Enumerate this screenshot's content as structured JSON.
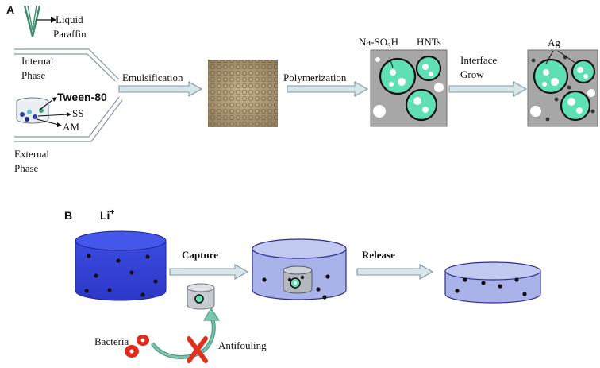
{
  "panel_a": {
    "label": "A",
    "liquid": "Liquid",
    "paraffin": "Paraffin",
    "internal_phase_1": "Internal",
    "internal_phase_2": "Phase",
    "tween": "Tween-80",
    "ss": "SS",
    "am": "AM",
    "external_phase_1": "External",
    "external_phase_2": "Phase",
    "emulsification": "Emulsification",
    "polymerization": "Polymerization",
    "na_prefix": "Na-SO",
    "na_sub": "3",
    "na_suffix": "H",
    "hnts": "HNTs",
    "interface_1": "Interface",
    "interface_2": "Grow",
    "ag": "Ag"
  },
  "panel_b": {
    "label": "B",
    "li": "Li",
    "li_sup": "+",
    "capture": "Capture",
    "release": "Release",
    "bacteria": "Bacteria",
    "antifouling": "Antifouling"
  },
  "colors": {
    "arrow_fill": "#d8e6ea",
    "arrow_stroke": "#7f9aa6",
    "tank_blue_dark": "#3545d6",
    "tank_blue_light": "#a9b3ea",
    "pore_green": "#5fe0b4",
    "grey_matrix": "#a7a7a7",
    "bacteria_red": "#e02a1a",
    "curve_green": "#4f9a86",
    "cross_red": "#e0301e"
  }
}
